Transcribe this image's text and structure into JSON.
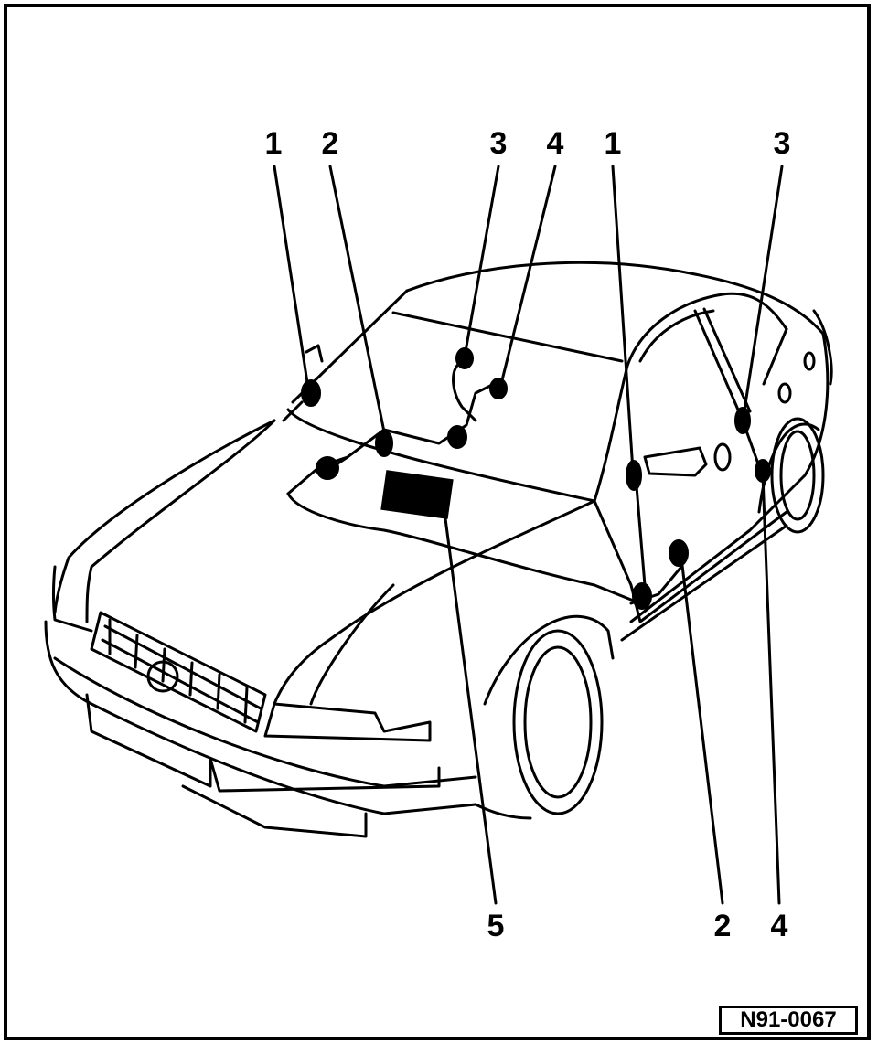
{
  "callouts_top": [
    "1",
    "2",
    "3",
    "4",
    "1",
    "3"
  ],
  "callouts_bottom": [
    "5",
    "2",
    "4"
  ],
  "reference": "N91-0067"
}
